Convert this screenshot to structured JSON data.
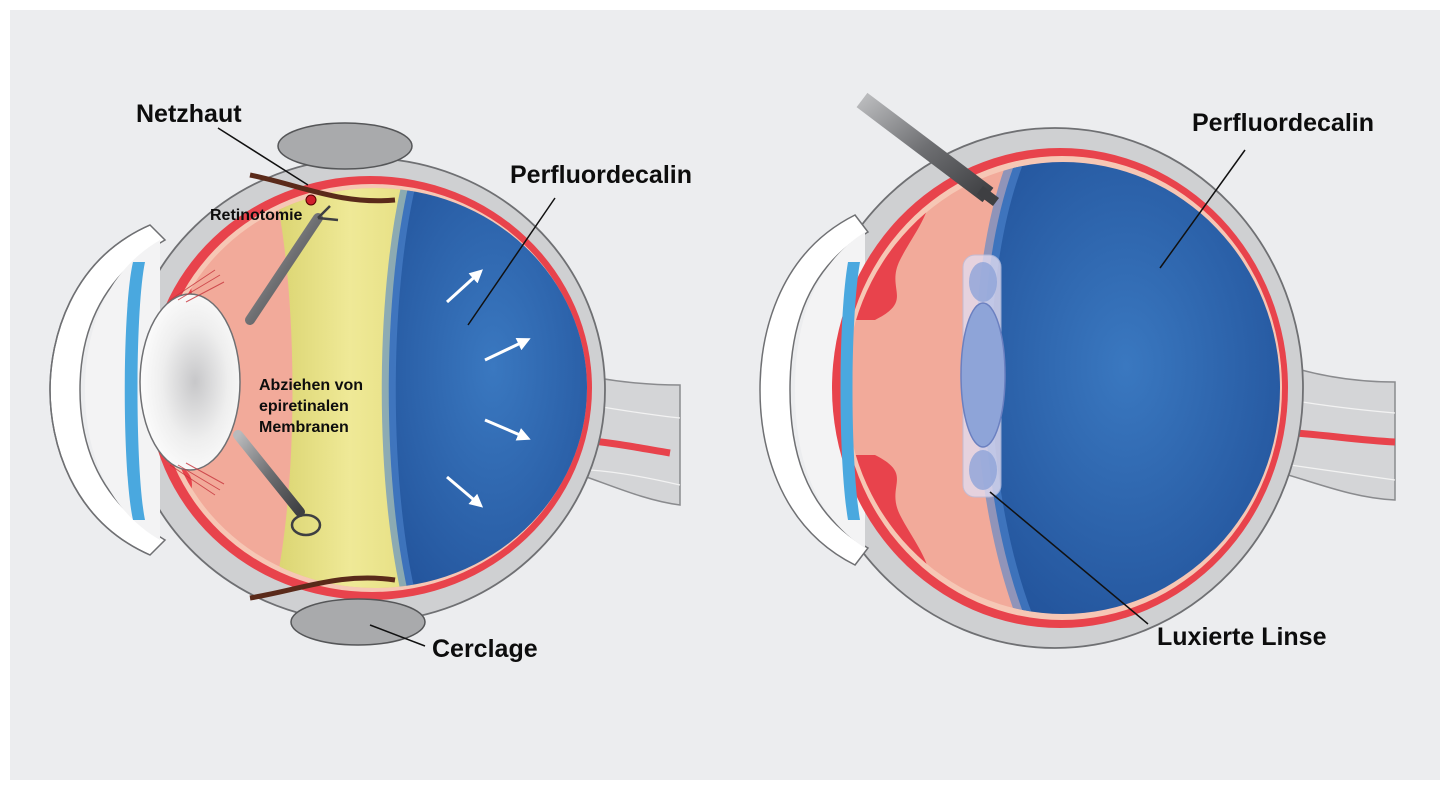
{
  "colors": {
    "background": "#ecedef",
    "sclera_gray": "#cfd0d2",
    "choroid_red": "#e8434c",
    "retina_pink": "#f6c7b5",
    "vitreous_salmon": "#f2aa9a",
    "yellow_fluid": "#e8e18a",
    "perfluordecalin_blue": "#2f66ad",
    "perfluordecalin_blue_dark": "#1f4e96",
    "iris_blue": "#4aa8df",
    "cerclage_gray": "#a9aaac"
  },
  "left_eye": {
    "labels": {
      "retina": "Netzhaut",
      "retinotomy": "Retinotomie",
      "membrane_line1": "Abziehen von",
      "membrane_line2": "epiretinalen",
      "membrane_line3": "Membranen",
      "pfd": "Perfluordecalin",
      "cerclage": "Cerclage"
    }
  },
  "right_eye": {
    "labels": {
      "pfd": "Perfluordecalin",
      "lens": "Luxierte Linse"
    }
  }
}
